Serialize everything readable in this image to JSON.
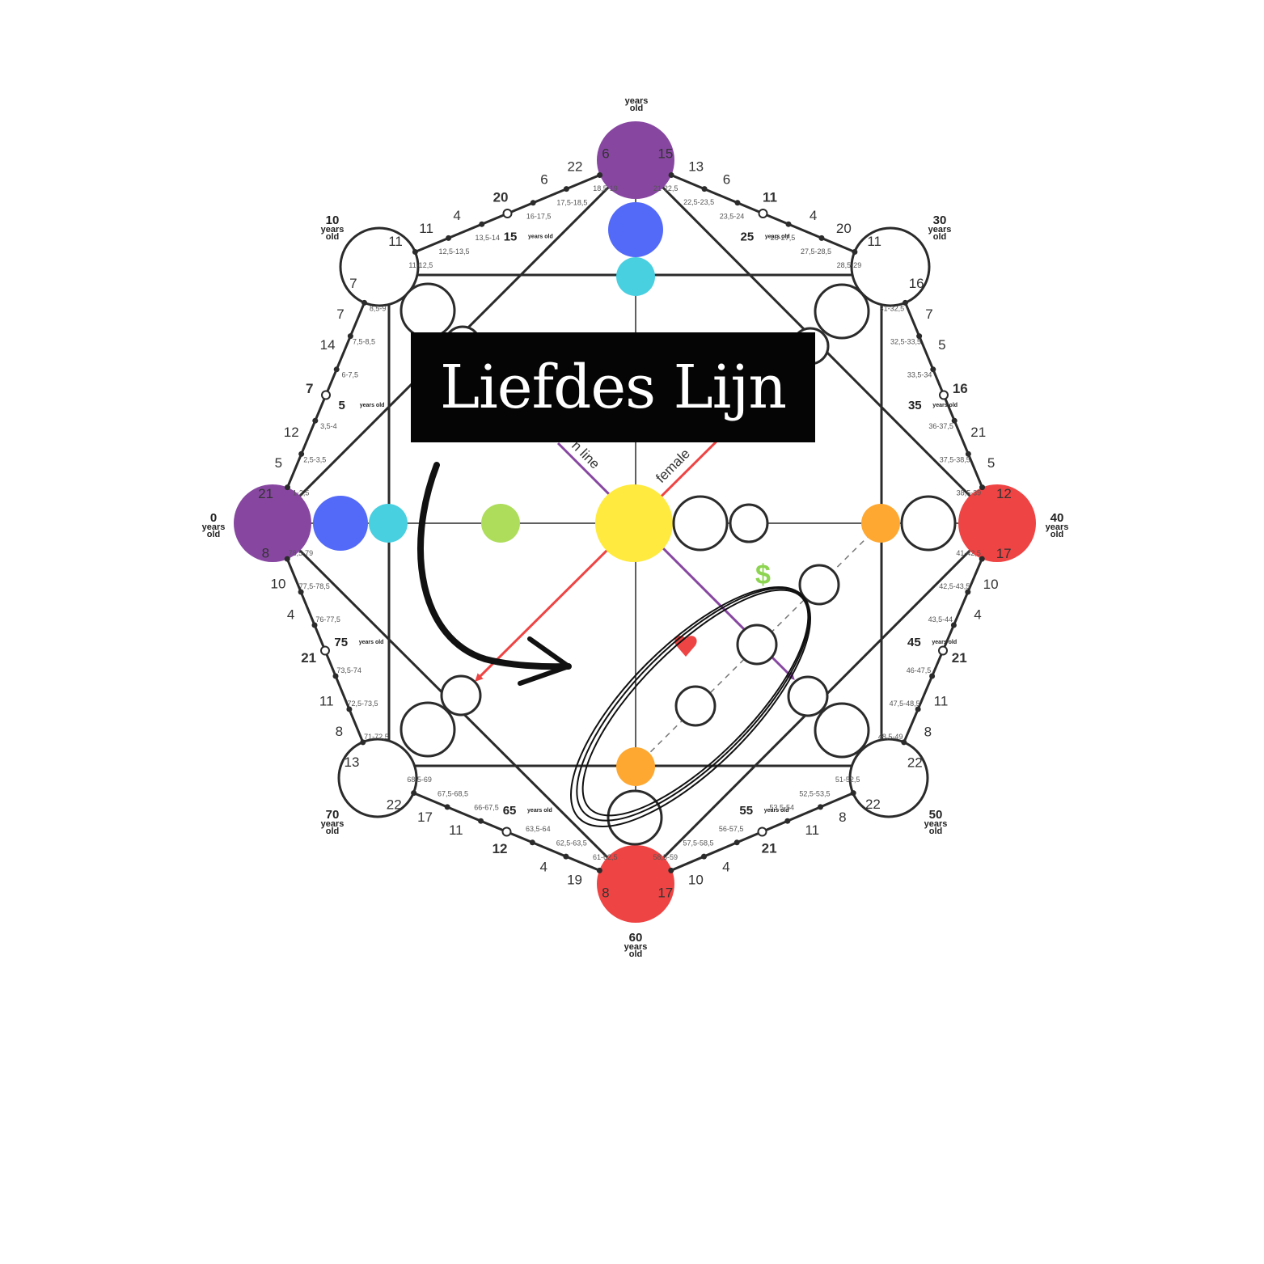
{
  "title": "Liefdes Lijn",
  "line_labels": {
    "lineage": "n line",
    "female": "female"
  },
  "dollar": "$",
  "colors": {
    "purple": "#8747a1",
    "blue": "#5369f8",
    "cyan": "#48cfe0",
    "green": "#aedd5c",
    "yellow": "#ffea3f",
    "red": "#ef4444",
    "orange": "#fea832",
    "dollar": "#8dd450",
    "line": "#2b2b2b"
  },
  "ages": [
    {
      "num": "0",
      "sub": [
        "years",
        "old"
      ]
    },
    {
      "num": "10",
      "sub": [
        "years",
        "old"
      ]
    },
    {
      "num": "",
      "sub": [
        "years",
        "old"
      ]
    },
    {
      "num": "30",
      "sub": [
        "years",
        "old"
      ]
    },
    {
      "num": "40",
      "sub": [
        "years",
        "old"
      ]
    },
    {
      "num": "50",
      "sub": [
        "years",
        "old"
      ]
    },
    {
      "num": "60",
      "sub": [
        "years",
        "old"
      ]
    },
    {
      "num": "70",
      "sub": [
        "years",
        "old"
      ]
    }
  ],
  "mid_ages": [
    {
      "num": "5",
      "sub": "years old"
    },
    {
      "num": "15",
      "sub": "years old"
    },
    {
      "num": "25",
      "sub": "years old"
    },
    {
      "num": "35",
      "sub": "years old"
    },
    {
      "num": "45",
      "sub": "years old"
    },
    {
      "num": "55",
      "sub": "years old"
    },
    {
      "num": "65",
      "sub": "years old"
    },
    {
      "num": "75",
      "sub": "years old"
    }
  ],
  "outer_numbers": [
    "21",
    "5",
    "12",
    "7",
    "14",
    "7",
    "7",
    "11",
    "11",
    "4",
    "20",
    "6",
    "22",
    "6",
    "15",
    "13",
    "6",
    "11",
    "4",
    "20",
    "11",
    "16",
    "7",
    "5",
    "16",
    "21",
    "5",
    "12",
    "17",
    "10",
    "4",
    "21",
    "11",
    "8",
    "22",
    "22",
    "8",
    "11",
    "21",
    "4",
    "10",
    "17",
    "8",
    "19",
    "4",
    "12",
    "11",
    "17",
    "22",
    "13",
    "8",
    "11",
    "21",
    "4",
    "10",
    "8"
  ],
  "range_labels": [
    "1-2,5",
    "2,5-3,5",
    "3,5-4",
    "6-7,5",
    "7,5-8,5",
    "8,5-9",
    "11-12,5",
    "12,5-13,5",
    "13,5-14",
    "16-17,5",
    "17,5-18,5",
    "18,5-19",
    "21-22,5",
    "22,5-23,5",
    "23,5-24",
    "26-27,5",
    "27,5-28,5",
    "28,5-29",
    "31-32,5",
    "32,5-33,5",
    "33,5-34",
    "36-37,5",
    "37,5-38,5",
    "38,5-39",
    "41-42,5",
    "42,5-43,5",
    "43,5-44",
    "46-47,5",
    "47,5-48,5",
    "48,5-49",
    "51-52,5",
    "52,5-53,5",
    "53,5-54",
    "56-57,5",
    "57,5-58,5",
    "58,5-59",
    "61-62,5",
    "62,5-63,5",
    "63,5-64",
    "66-67,5",
    "67,5-68,5",
    "68,5-69",
    "71-72,5",
    "72,5-73,5",
    "73,5-74",
    "76-77,5",
    "77,5-78,5",
    "78,5-79"
  ]
}
